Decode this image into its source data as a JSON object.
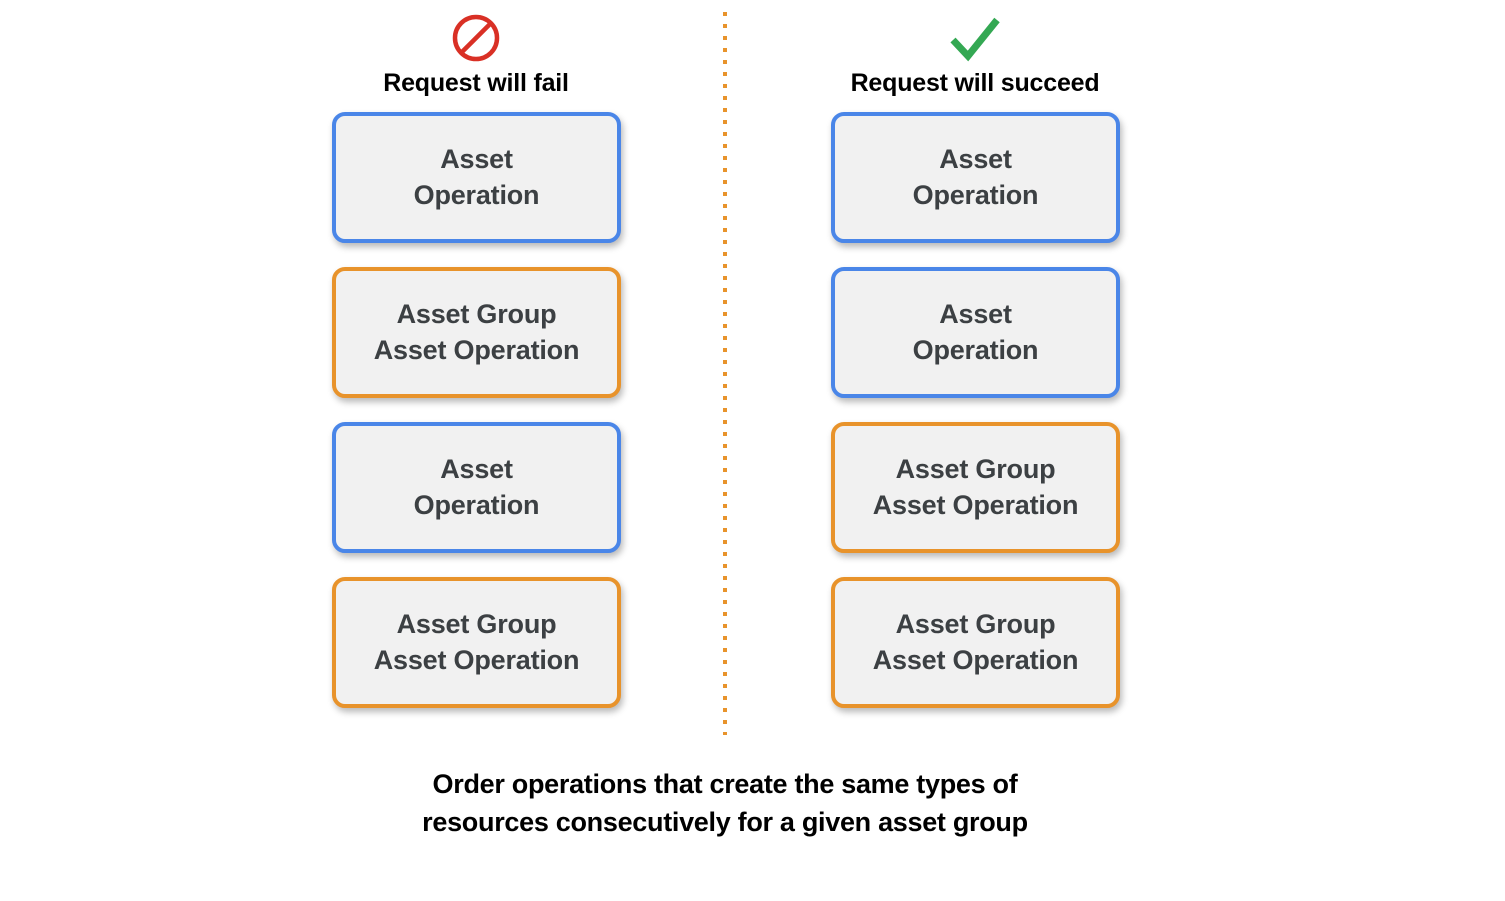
{
  "columns": [
    {
      "id": "fail",
      "icon": "prohibition-icon",
      "icon_color": "#d93025",
      "title": "Request will fail",
      "nodes": [
        {
          "color": "blue",
          "accent": "#4a86e8",
          "lines": [
            "Asset",
            "Operation"
          ]
        },
        {
          "color": "orange",
          "accent": "#e8932b",
          "lines": [
            "Asset Group",
            "Asset Operation"
          ]
        },
        {
          "color": "blue",
          "accent": "#4a86e8",
          "lines": [
            "Asset",
            "Operation"
          ]
        },
        {
          "color": "orange",
          "accent": "#e8932b",
          "lines": [
            "Asset Group",
            "Asset Operation"
          ]
        }
      ]
    },
    {
      "id": "succeed",
      "icon": "checkmark-icon",
      "icon_color": "#34a853",
      "title": "Request will succeed",
      "nodes": [
        {
          "color": "blue",
          "accent": "#4a86e8",
          "lines": [
            "Asset",
            "Operation"
          ]
        },
        {
          "color": "blue",
          "accent": "#4a86e8",
          "lines": [
            "Asset",
            "Operation"
          ]
        },
        {
          "color": "orange",
          "accent": "#e8932b",
          "lines": [
            "Asset Group",
            "Asset Operation"
          ]
        },
        {
          "color": "orange",
          "accent": "#e8932b",
          "lines": [
            "Asset Group",
            "Asset Operation"
          ]
        }
      ]
    }
  ],
  "divider": {
    "style": "dotted",
    "color": "#e8932b"
  },
  "caption": {
    "line1": "Order operations that create the same types of",
    "line2": "resources consecutively for a given asset group"
  },
  "palette": {
    "box_fill": "#f1f1f1",
    "box_text": "#3c4043",
    "blue_border": "#4a86e8",
    "orange_border": "#e8932b",
    "fail_icon": "#d93025",
    "success_icon": "#34a853",
    "background": "#ffffff"
  }
}
